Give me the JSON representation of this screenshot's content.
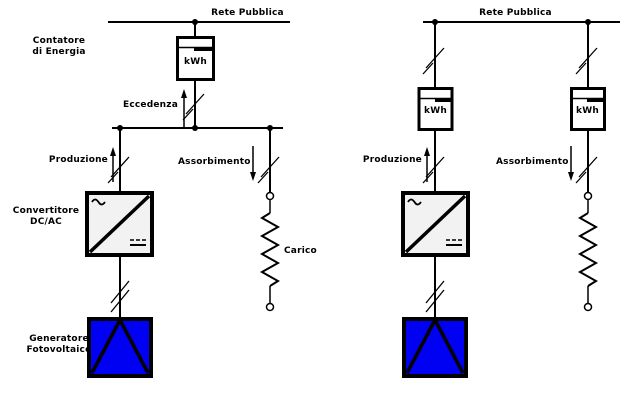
{
  "colors": {
    "line": "#000000",
    "pv_fill": "#0000f2",
    "inverter_fill": "#f2f2f2",
    "background": "#ffffff"
  },
  "left_diagram": {
    "grid_label": "Rete Pubblica",
    "energy_meter_caption": {
      "line1": "Contatore",
      "line2": "di Energia"
    },
    "meter_unit": "kWh",
    "excess_label": "Eccedenza",
    "production_label": "Produzione",
    "absorption_label": "Assorbimento",
    "converter_caption": {
      "line1": "Convertitore",
      "line2": "DC/AC"
    },
    "load_label": "Carico",
    "pv_caption": {
      "line1": "Generatore",
      "line2": "Fotovoltaico"
    }
  },
  "right_diagram": {
    "grid_label": "Rete Pubblica",
    "production_meter_unit": "kWh",
    "absorption_meter_unit": "kWh",
    "production_label": "Produzione",
    "absorption_label": "Assorbimento"
  }
}
